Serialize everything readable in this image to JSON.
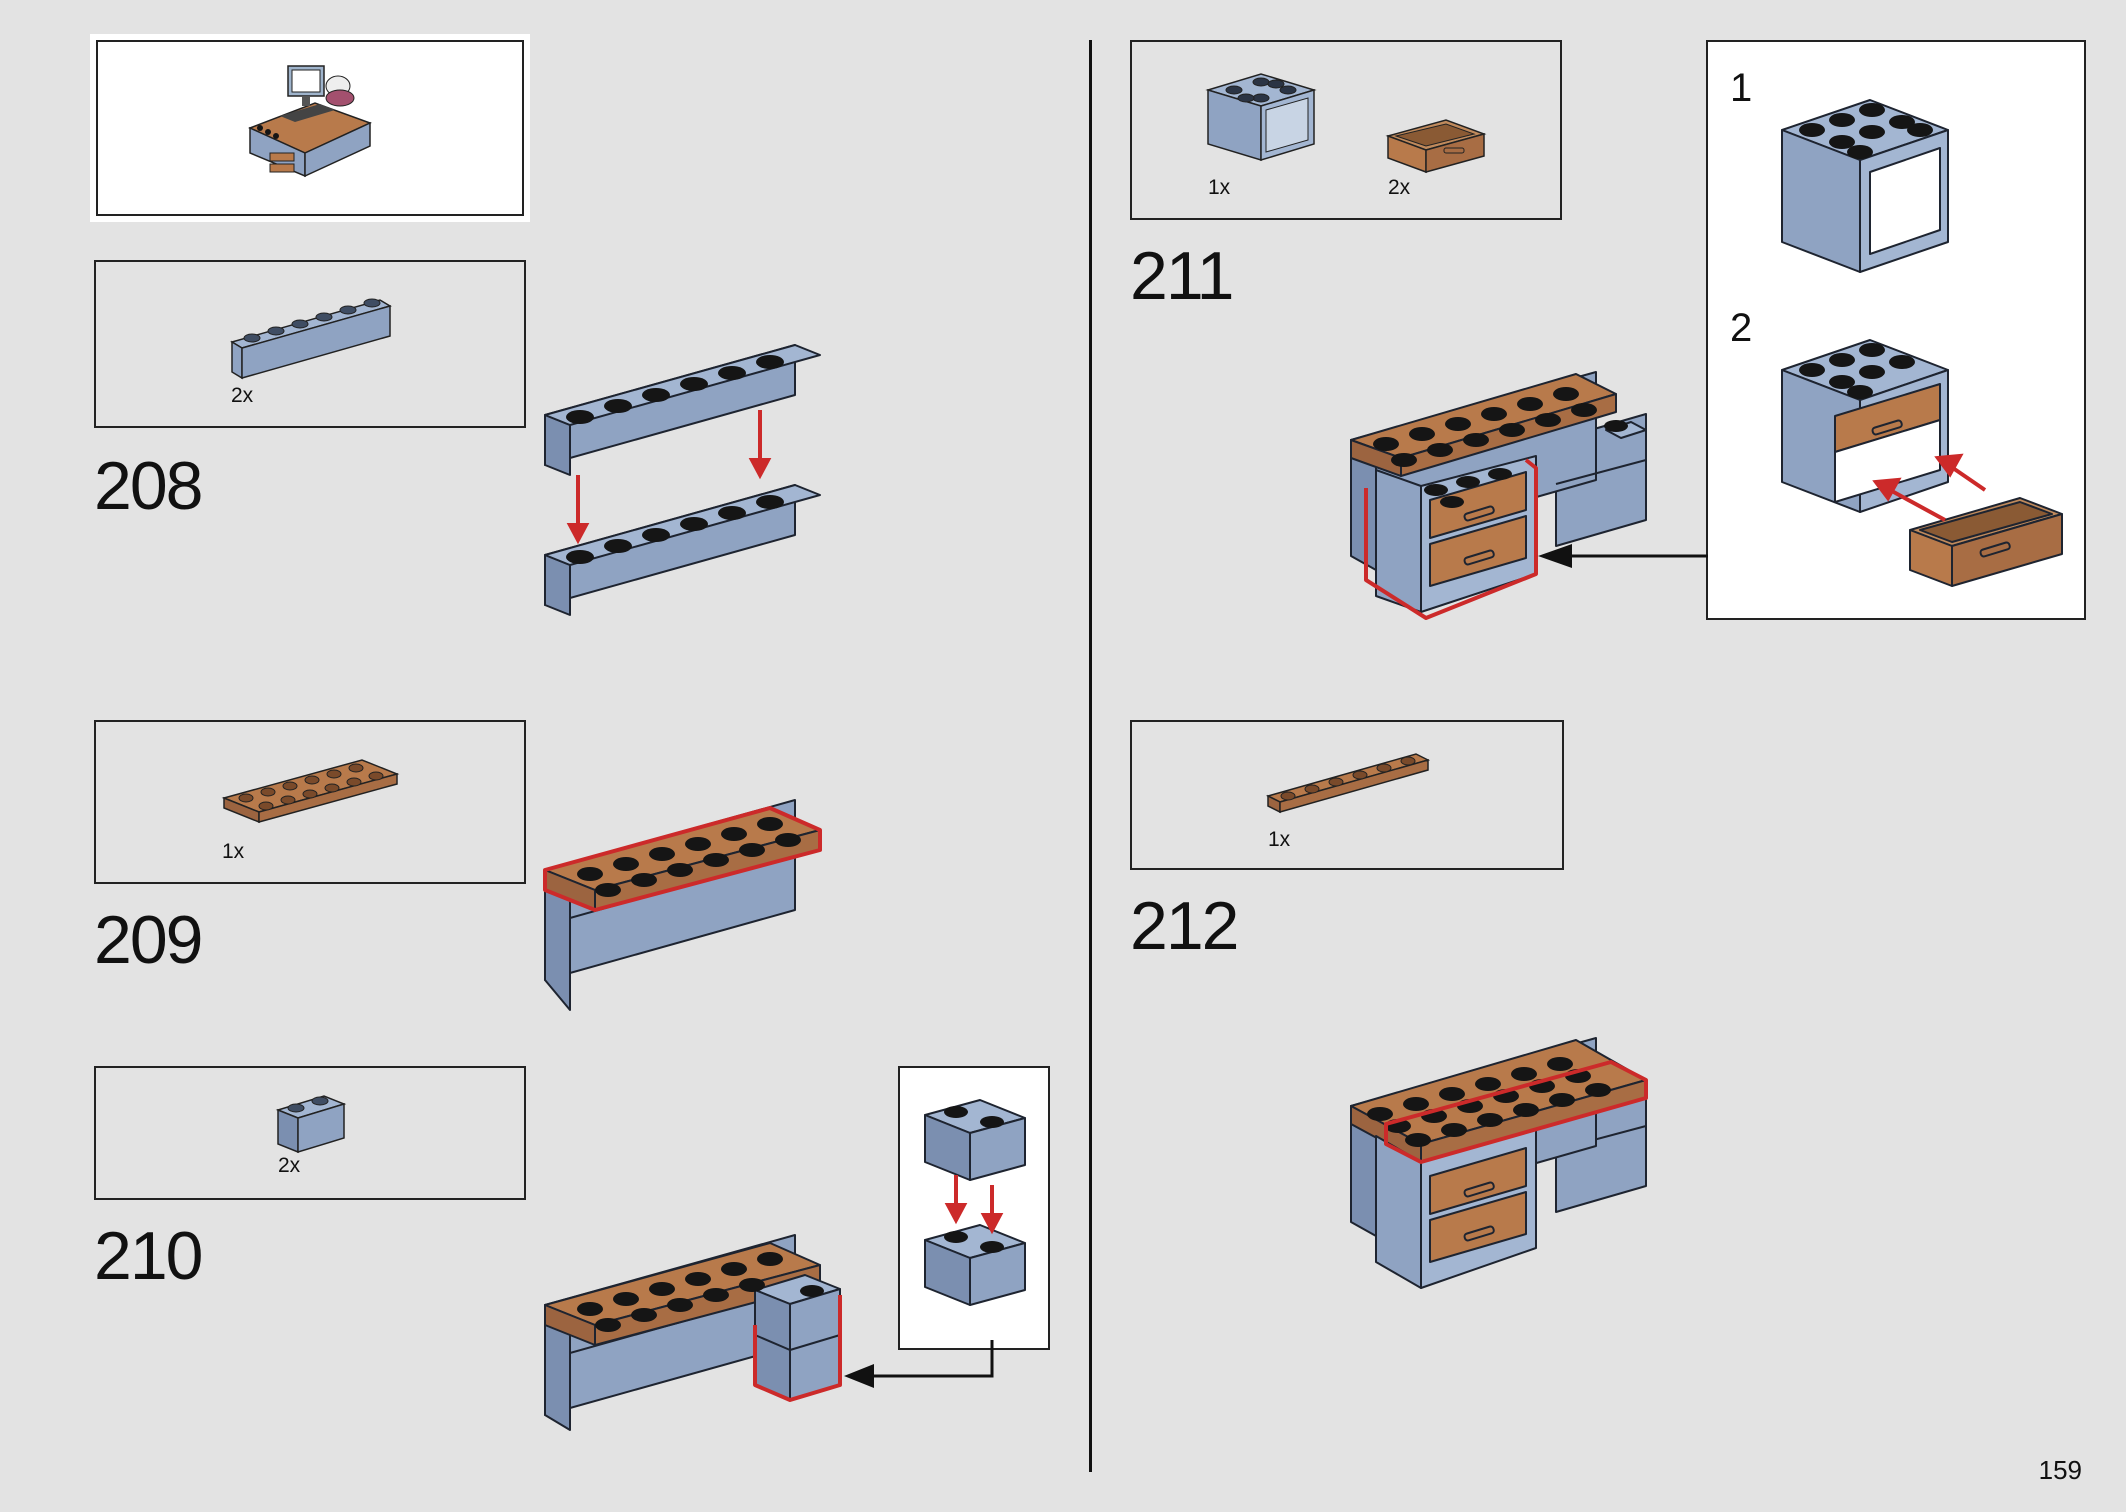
{
  "page": {
    "number": "159"
  },
  "colors": {
    "blue": "#8fa3c2",
    "blueDark": "#6f83a3",
    "brown": "#b87a4b",
    "stud": "#151515",
    "red": "#cc2a2a",
    "line": "#1e2430"
  },
  "preview": {
    "icon": "desk-preview-icon"
  },
  "steps": [
    {
      "number": "208",
      "parts": [
        {
          "qty": "2x",
          "icon": "light-blue-brick-1x6-icon"
        }
      ]
    },
    {
      "number": "209",
      "parts": [
        {
          "qty": "1x",
          "icon": "brown-plate-2x6-icon"
        }
      ]
    },
    {
      "number": "210",
      "parts": [
        {
          "qty": "2x",
          "icon": "light-blue-brick-1x2-icon"
        }
      ]
    },
    {
      "number": "211",
      "parts": [
        {
          "qty": "1x",
          "icon": "drawer-cabinet-icon"
        },
        {
          "qty": "2x",
          "icon": "drawer-icon"
        }
      ],
      "substeps": [
        "1",
        "2"
      ]
    },
    {
      "number": "212",
      "parts": [
        {
          "qty": "1x",
          "icon": "brown-plate-1x6-icon"
        }
      ]
    }
  ]
}
